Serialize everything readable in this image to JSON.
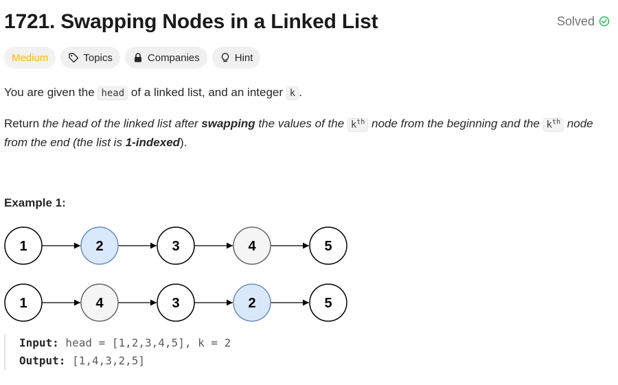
{
  "header": {
    "title": "1721. Swapping Nodes in a Linked List",
    "status": "Solved"
  },
  "tags": {
    "difficulty": "Medium",
    "topics": "Topics",
    "companies": "Companies",
    "hint": "Hint"
  },
  "description": {
    "p1_a": "You are given the ",
    "p1_code1": "head",
    "p1_b": " of a linked list, and an integer ",
    "p1_code2": "k",
    "p1_c": ".",
    "p2_a": "Return ",
    "p2_b": "the head of the linked list after ",
    "p2_bold1": "swapping",
    "p2_c": " the values of the ",
    "p2_code": "k",
    "p2_sup": "th",
    "p2_d": " node from the beginning and the ",
    "p2_code2": "k",
    "p2_sup2": "th",
    "p2_e": " node from the end (the list is ",
    "p2_bold2": "1-indexed",
    "p2_f": ")."
  },
  "example": {
    "title": "Example 1:",
    "row1": [
      "1",
      "2",
      "3",
      "4",
      "5"
    ],
    "row2": [
      "1",
      "4",
      "3",
      "2",
      "5"
    ],
    "input_label": "Input:",
    "input_value": " head = [1,2,3,4,5], k = 2",
    "output_label": "Output:",
    "output_value": " [1,4,3,2,5]"
  },
  "colors": {
    "accent_medium": "#ffb800",
    "solved_green": "#2cbb5d",
    "node_blue_fill": "#dae8fc",
    "node_blue_stroke": "#6c8ebf",
    "node_gray_fill": "#f5f5f5",
    "node_gray_stroke": "#666666"
  }
}
